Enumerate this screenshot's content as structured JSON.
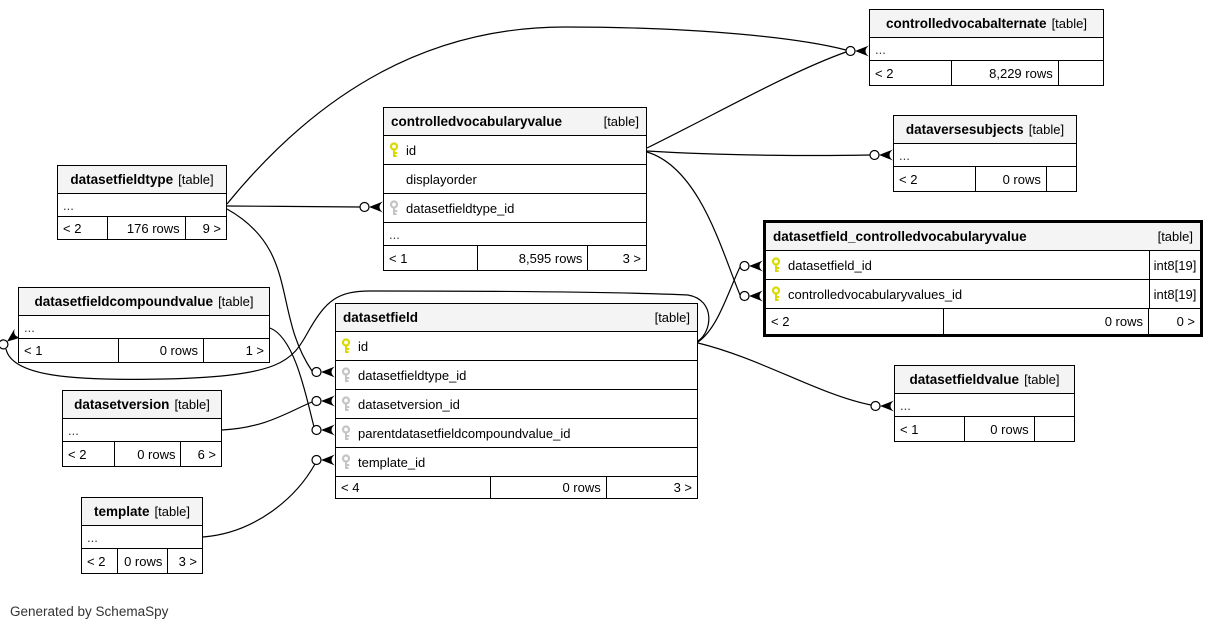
{
  "footer_note": "Generated by SchemaSpy",
  "colors": {
    "header_bg": "#f4f4f4",
    "pk_key": "#d9d900",
    "fk_key": "#c4c4c4",
    "line": "#000000"
  },
  "tables": {
    "datasetfieldtype": {
      "name": "datasetfieldtype",
      "badge": "[table]",
      "ellipsis": "...",
      "footer": {
        "left": "< 2",
        "center": "176 rows",
        "right": "9 >"
      }
    },
    "controlledvocabularyvalue": {
      "name": "controlledvocabularyvalue",
      "badge": "[table]",
      "ellipsis": "...",
      "columns": [
        {
          "name": "id"
        },
        {
          "name": "displayorder"
        },
        {
          "name": "datasetfieldtype_id"
        }
      ],
      "footer": {
        "left": "< 1",
        "center": "8,595 rows",
        "right": "3 >"
      }
    },
    "controlledvocabalternate": {
      "name": "controlledvocabalternate",
      "badge": "[table]",
      "ellipsis": "...",
      "footer": {
        "left": "< 2",
        "center": "8,229 rows",
        "right": ""
      }
    },
    "dataversesubjects": {
      "name": "dataversesubjects",
      "badge": "[table]",
      "ellipsis": "...",
      "footer": {
        "left": "< 2",
        "center": "0 rows",
        "right": ""
      }
    },
    "datasetfield_controlledvocabularyvalue": {
      "name": "datasetfield_controlledvocabularyvalue",
      "badge": "[table]",
      "columns": [
        {
          "name": "datasetfield_id",
          "type": "int8[19]"
        },
        {
          "name": "controlledvocabularyvalues_id",
          "type": "int8[19]"
        }
      ],
      "footer": {
        "left": "< 2",
        "center": "0 rows",
        "right": "0 >"
      }
    },
    "datasetfieldcompoundvalue": {
      "name": "datasetfieldcompoundvalue",
      "badge": "[table]",
      "ellipsis": "...",
      "footer": {
        "left": "< 1",
        "center": "0 rows",
        "right": "1 >"
      }
    },
    "datasetfield": {
      "name": "datasetfield",
      "badge": "[table]",
      "columns": [
        {
          "name": "id"
        },
        {
          "name": "datasetfieldtype_id"
        },
        {
          "name": "datasetversion_id"
        },
        {
          "name": "parentdatasetfieldcompoundvalue_id"
        },
        {
          "name": "template_id"
        }
      ],
      "footer": {
        "left": "< 4",
        "center": "0 rows",
        "right": "3 >"
      }
    },
    "datasetfieldvalue": {
      "name": "datasetfieldvalue",
      "badge": "[table]",
      "ellipsis": "...",
      "footer": {
        "left": "< 1",
        "center": "0 rows",
        "right": ""
      }
    },
    "datasetversion": {
      "name": "datasetversion",
      "badge": "[table]",
      "ellipsis": "...",
      "footer": {
        "left": "< 2",
        "center": "0 rows",
        "right": "6 >"
      }
    },
    "template": {
      "name": "template",
      "badge": "[table]",
      "ellipsis": "...",
      "footer": {
        "left": "< 2",
        "center": "0 rows",
        "right": "3 >"
      }
    }
  }
}
